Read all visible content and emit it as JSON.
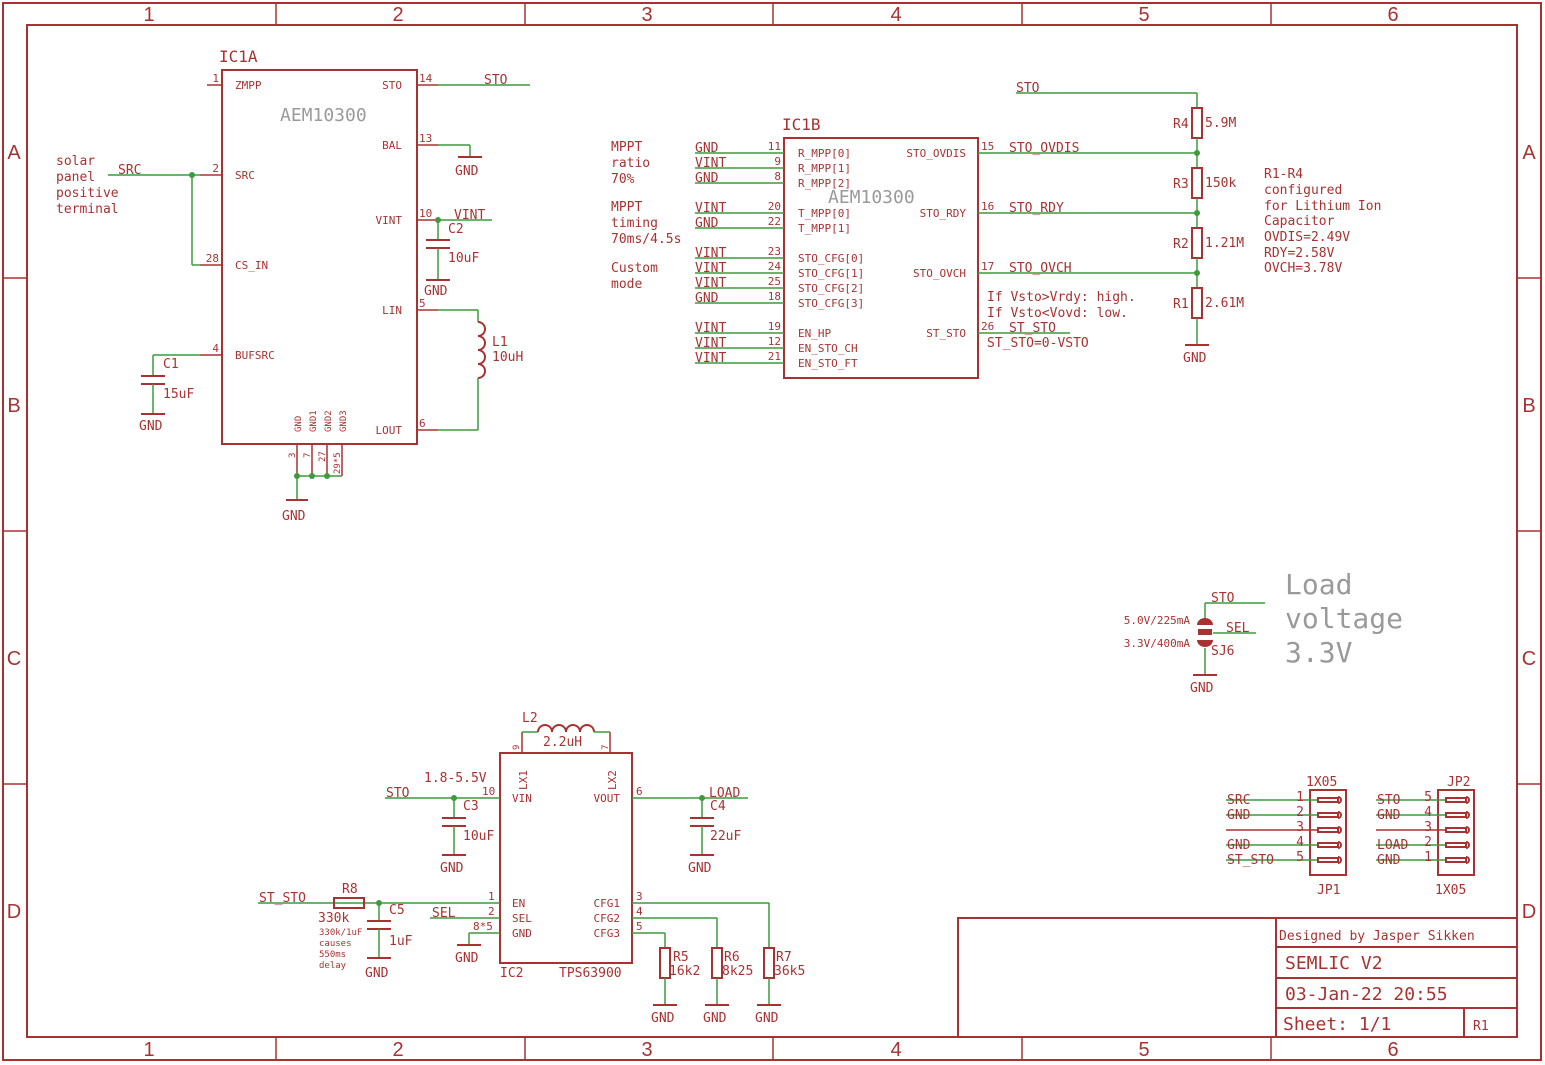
{
  "frame": {
    "columns": [
      "1",
      "2",
      "3",
      "4",
      "5",
      "6"
    ],
    "rows": [
      "A",
      "B",
      "C",
      "D"
    ]
  },
  "ic1a": {
    "name": "IC1A",
    "part": "AEM10300",
    "pins_left": [
      "ZMPP",
      "SRC",
      "CS_IN",
      "BUFSRC"
    ],
    "pins_left_num": [
      "1",
      "2",
      "28",
      "4"
    ],
    "pins_right": [
      "STO",
      "BAL",
      "VINT",
      "LIN",
      "LOUT"
    ],
    "pins_right_num": [
      "14",
      "13",
      "10",
      "5",
      "6"
    ],
    "pins_bottom": [
      "GND",
      "GND1",
      "GND2",
      "GND3"
    ],
    "pins_bottom_num": [
      "3",
      "7",
      "27",
      "29*5"
    ],
    "src_net": "SRC",
    "sto_net": "STO",
    "vint_net": "VINT",
    "solar_note": [
      "solar",
      "panel",
      "positive",
      "terminal"
    ],
    "c1": {
      "name": "C1",
      "value": "15uF"
    },
    "c2": {
      "name": "C2",
      "value": "10uF"
    },
    "l1": {
      "name": "L1",
      "value": "10uH"
    },
    "gnd": "GND"
  },
  "ic1b": {
    "name": "IC1B",
    "part": "AEM10300",
    "pins_left": [
      "R_MPP[0]",
      "R_MPP[1]",
      "R_MPP[2]",
      "T_MPP[0]",
      "T_MPP[1]",
      "STO_CFG[0]",
      "STO_CFG[1]",
      "STO_CFG[2]",
      "STO_CFG[3]",
      "EN_HP",
      "EN_STO_CH",
      "EN_STO_FT"
    ],
    "pins_left_num": [
      "11",
      "9",
      "8",
      "20",
      "22",
      "23",
      "24",
      "25",
      "18",
      "19",
      "12",
      "21"
    ],
    "nets_left": [
      "GND",
      "VINT",
      "GND",
      "VINT",
      "GND",
      "VINT",
      "VINT",
      "VINT",
      "GND",
      "VINT",
      "VINT",
      "VINT"
    ],
    "pins_right": [
      "STO_OVDIS",
      "STO_RDY",
      "STO_OVCH",
      "ST_STO"
    ],
    "pins_right_num": [
      "15",
      "16",
      "17",
      "26"
    ],
    "nets_right": [
      "STO_OVDIS",
      "STO_RDY",
      "STO_OVCH",
      "ST_STO"
    ],
    "note_ratio": [
      "MPPT",
      "ratio",
      "70%"
    ],
    "note_timing": [
      "MPPT",
      "timing",
      "70ms/4.5s"
    ],
    "note_custom": [
      "Custom",
      "mode"
    ],
    "note_st": [
      "If Vsto>Vrdy: high.",
      "If Vsto<Vovd: low.",
      "ST_STO=0-VSTO"
    ]
  },
  "divider": {
    "sto_net": "STO",
    "resistors": [
      {
        "name": "R4",
        "value": "5.9M"
      },
      {
        "name": "R3",
        "value": "150k"
      },
      {
        "name": "R2",
        "value": "1.21M"
      },
      {
        "name": "R1",
        "value": "2.61M"
      }
    ],
    "gnd": "GND",
    "note": [
      "R1-R4",
      "configured",
      "for Lithium Ion",
      "Capacitor",
      "OVDIS=2.49V",
      "RDY=2.58V",
      "OVCH=3.78V"
    ]
  },
  "sj6": {
    "name": "SJ6",
    "net_top": "STO",
    "net_sel": "SEL",
    "opt1": "5.0V/225mA",
    "opt2": "3.3V/400mA",
    "gnd": "GND",
    "note": [
      "Load",
      "voltage",
      "3.3V"
    ]
  },
  "ic2": {
    "name": "IC2",
    "part": "TPS63900",
    "pins_left": [
      "VIN",
      "EN",
      "SEL",
      "GND"
    ],
    "pins_left_num": [
      "10",
      "1",
      "2",
      "8*5"
    ],
    "pins_right": [
      "VOUT",
      "CFG1",
      "CFG2",
      "CFG3"
    ],
    "pins_right_num": [
      "6",
      "3",
      "4",
      "5"
    ],
    "pins_top": [
      "LX1",
      "LX2"
    ],
    "pins_top_num": [
      "9",
      "7"
    ],
    "l2": {
      "name": "L2",
      "value": "2.2uH"
    },
    "vin_range": "1.8-5.5V",
    "c3": {
      "name": "C3",
      "value": "10uF"
    },
    "c4": {
      "name": "C4",
      "value": "22uF"
    },
    "c5": {
      "name": "C5",
      "value": "1uF"
    },
    "r8": {
      "name": "R8",
      "value": "330k"
    },
    "r8_note": [
      "330k/1uF",
      "causes",
      "550ms",
      "delay"
    ],
    "r5": {
      "name": "R5",
      "value": "16k2"
    },
    "r6": {
      "name": "R6",
      "value": "8k25"
    },
    "r7": {
      "name": "R7",
      "value": "36k5"
    },
    "nets": {
      "sto": "STO",
      "load": "LOAD",
      "st_sto": "ST_STO",
      "sel": "SEL",
      "gnd": "GND"
    }
  },
  "jp1": {
    "name": "JP1",
    "part": "1X05",
    "pins": [
      "1",
      "2",
      "3",
      "4",
      "5"
    ],
    "nets": [
      "SRC",
      "GND",
      "",
      "GND",
      "ST_STO"
    ]
  },
  "jp2": {
    "name": "JP2",
    "part": "1X05",
    "pins": [
      "5",
      "4",
      "3",
      "2",
      "1"
    ],
    "nets": [
      "STO",
      "GND",
      "",
      "LOAD",
      "GND"
    ]
  },
  "titleblock": {
    "designer": "Designed by Jasper Sikken",
    "title": "SEMLIC V2",
    "date": "03-Jan-22 20:55",
    "sheet": "Sheet: 1/1",
    "rev": "R1"
  }
}
